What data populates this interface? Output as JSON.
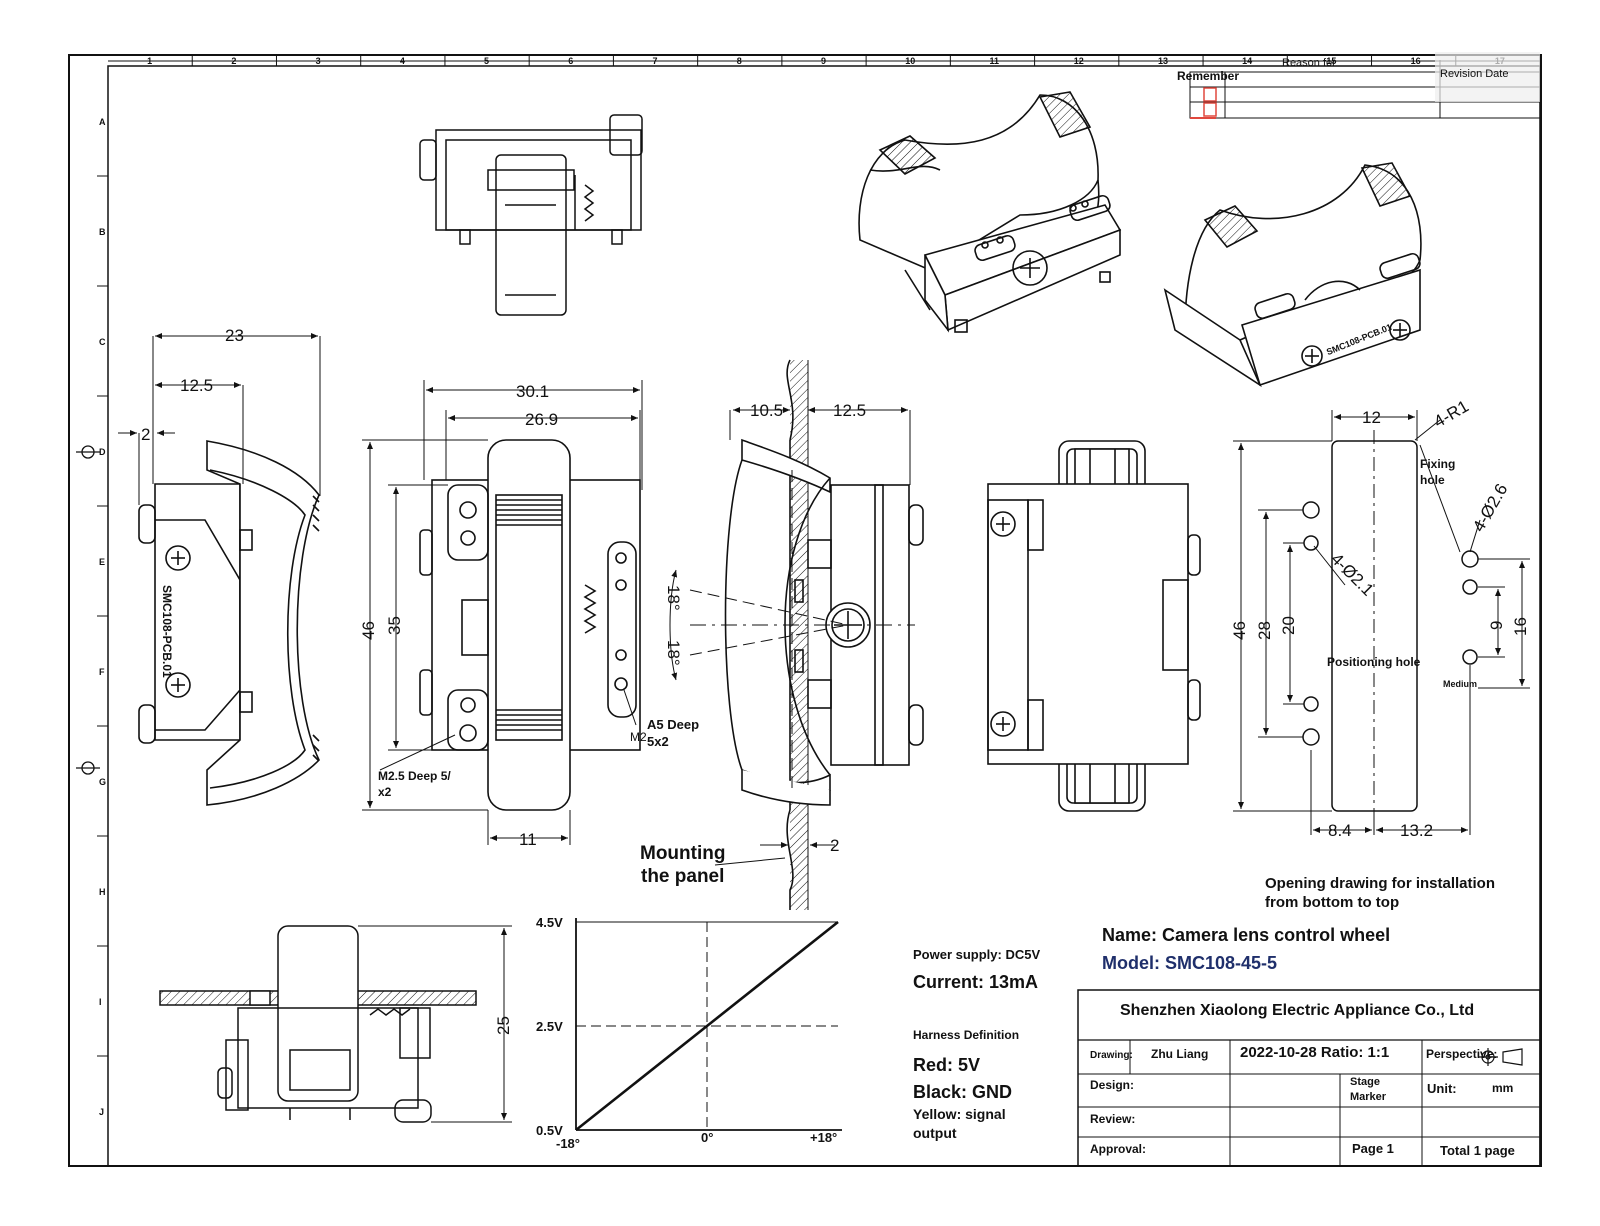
{
  "grid": {
    "cols": [
      "1",
      "2",
      "3",
      "4",
      "5",
      "6",
      "7",
      "8",
      "9",
      "10",
      "11",
      "12",
      "13",
      "14",
      "15",
      "16",
      "17"
    ],
    "rows": [
      "A",
      "B",
      "C",
      "D",
      "E",
      "F",
      "G",
      "H",
      "I",
      "J"
    ]
  },
  "revision_block": {
    "remember": "Remember",
    "reason_for": "Reason for",
    "revision_date": "Revision Date"
  },
  "left_view": {
    "dims": {
      "overall_width": "23",
      "half_width": "12.5",
      "edge": "2"
    },
    "pcb_text": "SMC108-PCB.01"
  },
  "front_view": {
    "dims": {
      "width_outer": "30.1",
      "width_inner": "26.9",
      "height_outer": "46",
      "height_inner": "35",
      "wheel_width": "11"
    },
    "hole_note_left": "M2.5 Deep 5/",
    "hole_note_left2": "x2",
    "hole_note_right_prefix": "M2",
    "hole_note_right": "A5 Deep",
    "hole_note_right2": "5x2"
  },
  "side_view": {
    "dims": {
      "left": "10.5",
      "right": "12.5",
      "panel": "2"
    },
    "angle_up": "18°",
    "angle_down": "18°",
    "mounting_label_1": "Mounting",
    "mounting_label_2": "the panel"
  },
  "cutout_view": {
    "dims": {
      "width": "12",
      "radius": "4-R1",
      "fix_hole": "4-Ø2.6",
      "pos_hole": "4-Ø2.1",
      "height_46": "46",
      "height_28": "28",
      "height_20": "20",
      "height_9": "9",
      "height_16": "16",
      "offset_left": "8.4",
      "offset_right": "13.2"
    },
    "fixing_hole_1": "Fixing",
    "fixing_hole_2": "hole",
    "positioning_hole": "Positioning hole",
    "medium": "Medium",
    "caption_1": "Opening drawing for installation",
    "caption_2": "from bottom to top"
  },
  "bottom_view": {
    "dims": {
      "height": "25"
    }
  },
  "output_chart": {
    "y_ticks": [
      "4.5V",
      "2.5V",
      "0.5V"
    ],
    "x_ticks": [
      "-18°",
      "0°",
      "+18°"
    ]
  },
  "chart_data": {
    "type": "line",
    "title": "",
    "xlabel": "",
    "ylabel": "",
    "x": [
      -18,
      0,
      18
    ],
    "y": [
      0.5,
      2.5,
      4.5
    ],
    "xlim": [
      -18,
      18
    ],
    "ylim": [
      0.5,
      4.5
    ],
    "grid": "center dashed lines"
  },
  "specs": {
    "power_supply": "Power supply: DC5V",
    "current": "Current: 13mA",
    "harness_definition": "Harness Definition",
    "red": "Red: 5V",
    "black": "Black: GND",
    "yellow_1": "Yellow: signal",
    "yellow_2": "output"
  },
  "product": {
    "name": "Name: Camera lens control wheel",
    "model": "Model: SMC108-45-5"
  },
  "title_block": {
    "company": "Shenzhen Xiaolong Electric Appliance Co., Ltd",
    "drawing_label": "Drawing:",
    "drawer": "Zhu Liang",
    "date_ratio": "2022-10-28 Ratio: 1:1",
    "perspective": "Perspective:",
    "design": "Design:",
    "stage_marker_1": "Stage",
    "stage_marker_2": "Marker",
    "unit_label": "Unit:",
    "unit_value": "mm",
    "review": "Review:",
    "approval": "Approval:",
    "page": "Page 1",
    "total": "Total 1 page"
  },
  "colors": {
    "ink": "#111111",
    "revision_marker": "#e0483e"
  }
}
